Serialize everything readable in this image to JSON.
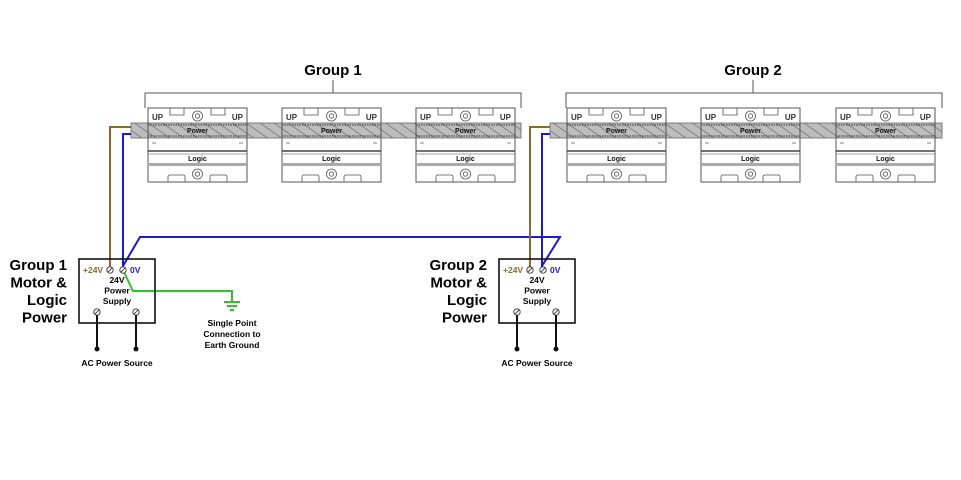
{
  "diagram": {
    "groups": [
      {
        "label": "Group 1",
        "modules": [
          {
            "top_left": "UP",
            "top_right": "UP",
            "power": "Power",
            "logic": "Logic"
          },
          {
            "top_left": "UP",
            "top_right": "UP",
            "power": "Power",
            "logic": "Logic"
          },
          {
            "top_left": "UP",
            "top_right": "UP",
            "power": "Power",
            "logic": "Logic"
          }
        ],
        "supply_title": [
          "Group 1",
          "Motor &",
          "Logic",
          "Power"
        ],
        "supply": {
          "positive": "+24V",
          "negative": "0V",
          "name": [
            "24V",
            "Power",
            "Supply"
          ]
        },
        "ac_label": "AC Power Source"
      },
      {
        "label": "Group 2",
        "modules": [
          {
            "top_left": "UP",
            "top_right": "UP",
            "power": "Power",
            "logic": "Logic"
          },
          {
            "top_left": "UP",
            "top_right": "UP",
            "power": "Power",
            "logic": "Logic"
          },
          {
            "top_left": "UP",
            "top_right": "UP",
            "power": "Power",
            "logic": "Logic"
          }
        ],
        "supply_title": [
          "Group 2",
          "Motor &",
          "Logic",
          "Power"
        ],
        "supply": {
          "positive": "+24V",
          "negative": "0V",
          "name": [
            "24V",
            "Power",
            "Supply"
          ]
        },
        "ac_label": "AC Power Source"
      }
    ],
    "ground_label": [
      "Single Point",
      "Connection to",
      "Earth Ground"
    ],
    "colors": {
      "positive_wire": "#8b6a2b",
      "negative_wire": "#1a1ad6",
      "ground_wire": "#2fc42f",
      "positive_text": "#8b6a2b",
      "negative_text": "#1a1ad6"
    }
  }
}
